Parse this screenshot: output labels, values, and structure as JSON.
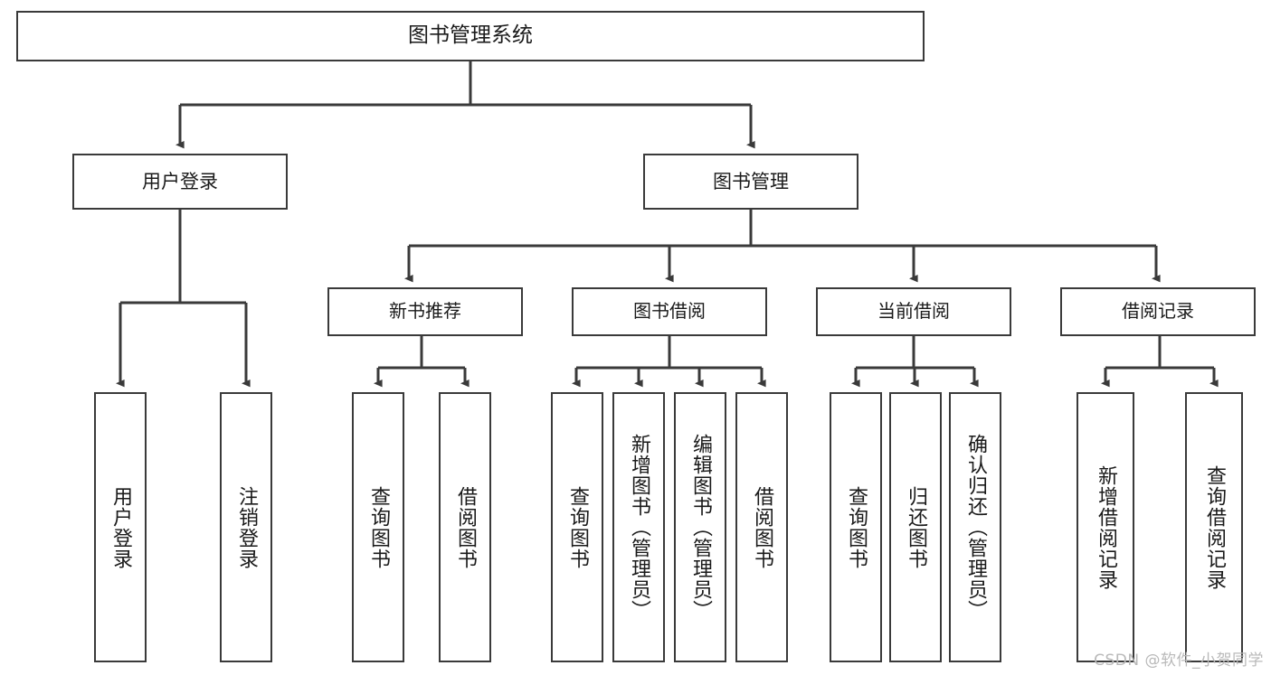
{
  "diagram": {
    "title": "图书管理系统",
    "type": "tree-hierarchy",
    "line_color": "#3a3a3a",
    "text_color": "#1a1a1a",
    "background": "#ffffff"
  },
  "root": {
    "label": "图书管理系统"
  },
  "level1": [
    {
      "label": "用户登录"
    },
    {
      "label": "图书管理"
    }
  ],
  "user_login_leaves": [
    {
      "label": "用户登录"
    },
    {
      "label": "注销登录"
    }
  ],
  "level2": [
    {
      "label": "新书推荐"
    },
    {
      "label": "图书借阅"
    },
    {
      "label": "当前借阅"
    },
    {
      "label": "借阅记录"
    }
  ],
  "new_book_leaves": [
    {
      "label": "查询图书"
    },
    {
      "label": "借阅图书"
    }
  ],
  "borrow_leaves": [
    {
      "label": "查询图书"
    },
    {
      "label": "新增图书（管理员）"
    },
    {
      "label": "编辑图书（管理员）"
    },
    {
      "label": "借阅图书"
    }
  ],
  "current_borrow_leaves": [
    {
      "label": "查询图书"
    },
    {
      "label": "归还图书"
    },
    {
      "label": "确认归还（管理员）"
    }
  ],
  "record_leaves": [
    {
      "label": "新增借阅记录"
    },
    {
      "label": "查询借阅记录"
    }
  ],
  "watermark": {
    "text": "CSDN @软件_小贺同学",
    "color": "#b9b9b9"
  }
}
